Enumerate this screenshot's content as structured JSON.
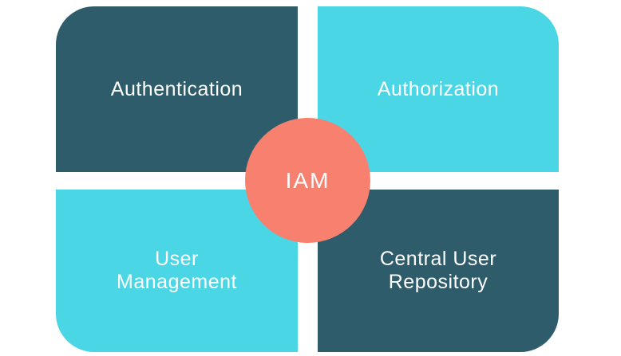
{
  "diagram": {
    "name": "IAM components diagram",
    "center": {
      "label": "IAM"
    },
    "quadrants": [
      {
        "id": "authentication",
        "label": "Authentication",
        "position": "top-left",
        "color": "#2E5C6B",
        "text_color": "#FFFFFF"
      },
      {
        "id": "authorization",
        "label": "Authorization",
        "position": "top-right",
        "color": "#4BD6E6",
        "text_color": "#FFFFFF"
      },
      {
        "id": "user-management",
        "label": "User Management",
        "position": "bottom-left",
        "color": "#4BD6E6",
        "text_color": "#FFFFFF"
      },
      {
        "id": "central-user-repository",
        "label": "Central User Repository",
        "position": "bottom-right",
        "color": "#2E5C6B",
        "text_color": "#FFFFFF"
      }
    ],
    "colors": {
      "dark_teal": "#2E5C6B",
      "cyan": "#4BD6E6",
      "coral": "#F8806F",
      "label_text": "#FFFFFF",
      "background": "#FFFFFF"
    }
  }
}
